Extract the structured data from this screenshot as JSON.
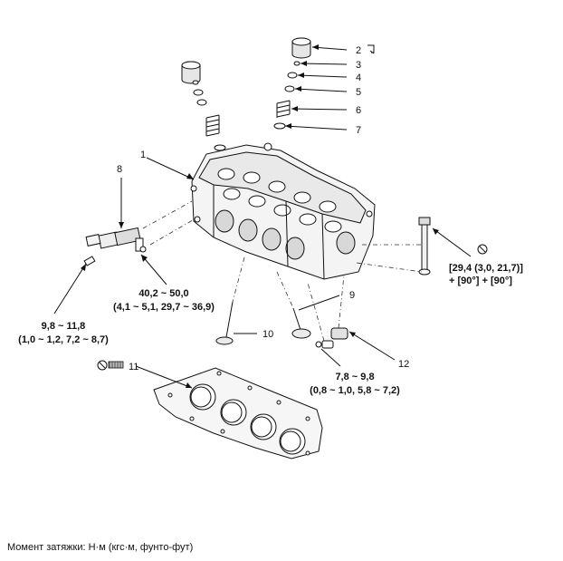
{
  "callouts": {
    "c1": "1",
    "c2": "2",
    "c3": "3",
    "c4": "4",
    "c5": "5",
    "c6": "6",
    "c7": "7",
    "c8": "8",
    "c9": "9",
    "c10": "10",
    "c11": "11",
    "c12": "12"
  },
  "torque": {
    "bolt_line1": "[29,4 (3,0, 21,7)]",
    "bolt_line2": "+ [90°] + [90°]",
    "ocv_line1": "40,2 ~ 50,0",
    "ocv_line2": "(4,1 ~ 5,1, 29,7 ~ 36,9)",
    "ocv_bolt_line1": "9,8 ~ 11,8",
    "ocv_bolt_line2": "(1,0 ~ 1,2, 7,2 ~ 8,7)",
    "sensor_line1": "7,8 ~ 9,8",
    "sensor_line2": "(0,8 ~ 1,0, 5,8 ~ 7,2)"
  },
  "caption": "Момент затяжки: Н·м (кгс·м, фунто-фут)",
  "icons": {
    "no_reuse": "prohibition-circle-icon",
    "lubricate": "oil-can-icon"
  }
}
